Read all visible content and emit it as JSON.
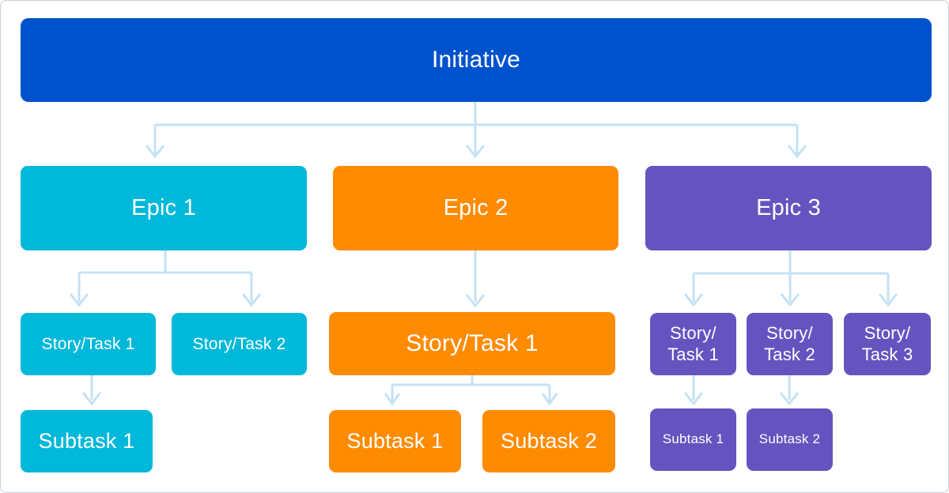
{
  "colors": {
    "initiative": "#0052cc",
    "epic_1": "#00b8d9",
    "epic_2": "#ff8b00",
    "epic_3": "#6554c0",
    "connector": "#c4e2f5"
  },
  "initiative": {
    "label": "Initiative"
  },
  "epics": [
    {
      "label": "Epic 1",
      "stories": [
        {
          "label": "Story/Task 1",
          "subtasks": [
            "Subtask 1"
          ]
        },
        {
          "label": "Story/Task 2",
          "subtasks": []
        }
      ]
    },
    {
      "label": "Epic 2",
      "stories": [
        {
          "label": "Story/Task 1",
          "subtasks": [
            "Subtask 1",
            "Subtask 2"
          ]
        }
      ]
    },
    {
      "label": "Epic 3",
      "stories": [
        {
          "label": "Story/\nTask 1",
          "subtasks": [
            "Subtask 1"
          ]
        },
        {
          "label": "Story/\nTask 2",
          "subtasks": [
            "Subtask 2"
          ]
        },
        {
          "label": "Story/\nTask 3",
          "subtasks": []
        }
      ]
    }
  ]
}
